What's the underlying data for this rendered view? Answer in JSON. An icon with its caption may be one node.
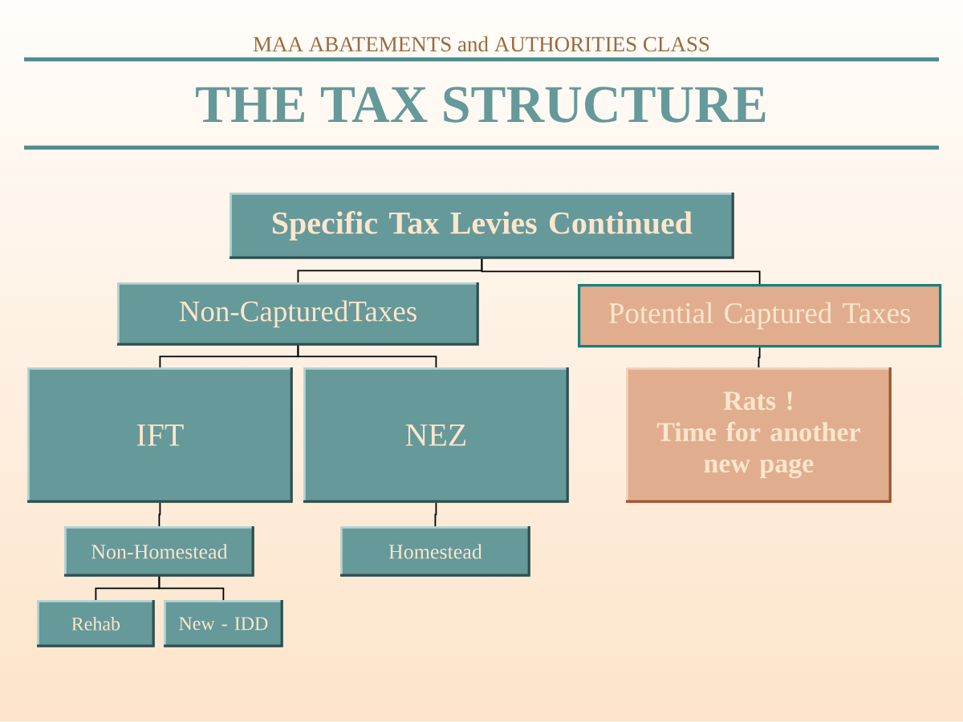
{
  "diagram": {
    "title": "THE TAX STRUCTURE",
    "nodes": [
      {
        "text": [
          "Specific Tax Levies Continued"
        ]
      },
      {
        "text": [
          "Non-CapturedTaxes"
        ]
      },
      {
        "text": [
          "Potential Captured Taxes"
        ]
      },
      {
        "text": [
          "IFT"
        ]
      },
      {
        "text": [
          "NEZ"
        ]
      },
      {
        "text": [
          "Rats !",
          "Time for another new page"
        ]
      },
      {
        "text": [
          "Non-Homestead"
        ]
      },
      {
        "text": [
          "Homestead"
        ]
      },
      {
        "text": [
          "Rehab"
        ]
      },
      {
        "text": [
          "New - IDD"
        ]
      }
    ],
    "edges": [
      {
        "from": 0,
        "to": 1,
        "arrow": "none"
      },
      {
        "from": 0,
        "to": 2,
        "arrow": "none"
      },
      {
        "from": 1,
        "to": 3,
        "arrow": "none"
      },
      {
        "from": 1,
        "to": 4,
        "arrow": "none"
      },
      {
        "from": 2,
        "to": 5,
        "arrow": "none"
      },
      {
        "from": 3,
        "to": 6,
        "arrow": "none"
      },
      {
        "from": 4,
        "to": 7,
        "arrow": "none"
      },
      {
        "from": 6,
        "to": 8,
        "arrow": "none"
      },
      {
        "from": 6,
        "to": 9,
        "arrow": "none"
      }
    ],
    "labels": [
      "MAA ABATEMENTS and AUTHORITIES CLASS"
    ]
  }
}
